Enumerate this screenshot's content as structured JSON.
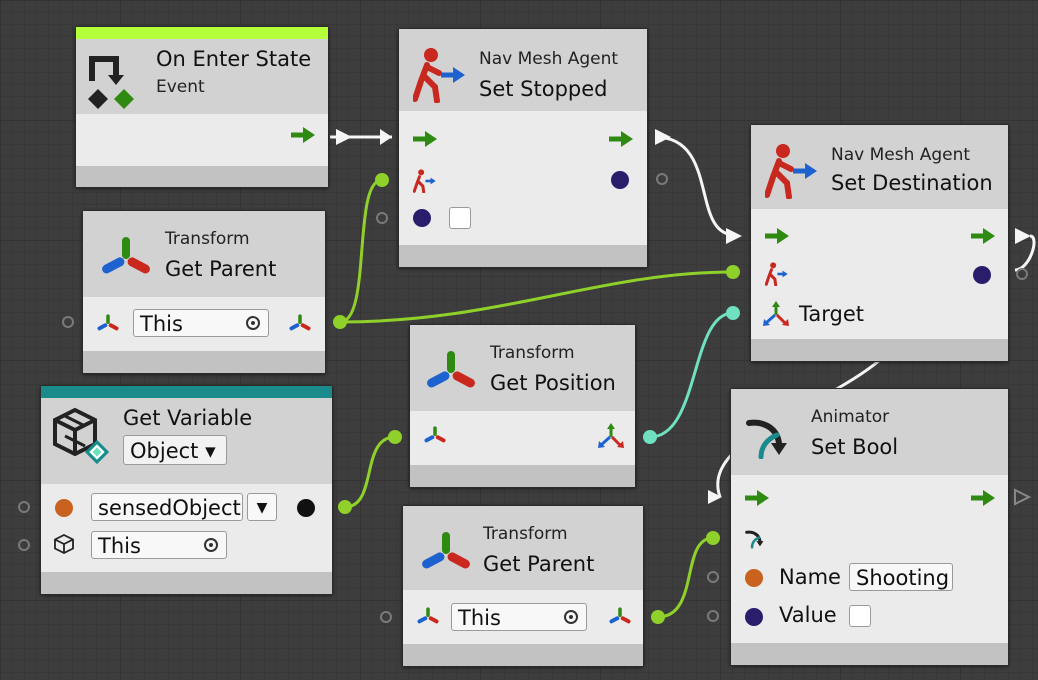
{
  "colors": {
    "flow": "#2f8a12",
    "data_wire": "#8fd12a",
    "vec_wire": "#6fe0c0",
    "event_band": "#b6ff3b",
    "variable_band": "#1a8a8a"
  },
  "on_enter_state": {
    "title": "On Enter State",
    "subtitle": "Event",
    "icon": "event-arrow-icon"
  },
  "set_stopped": {
    "category": "Nav Mesh Agent",
    "title": "Set Stopped",
    "icon": "nav-agent-icon"
  },
  "set_destination": {
    "category": "Nav Mesh Agent",
    "title": "Set Destination",
    "target_label": "Target",
    "icon": "nav-agent-icon"
  },
  "get_parent_1": {
    "category": "Transform",
    "title": "Get Parent",
    "field": "This",
    "icon": "transform-icon"
  },
  "get_position": {
    "category": "Transform",
    "title": "Get Position",
    "icon": "transform-icon"
  },
  "get_variable": {
    "title": "Get Variable",
    "type_dropdown": "Object ▾",
    "name_value": "sensedObject",
    "target_field": "This",
    "icon": "variable-cube-icon"
  },
  "get_parent_2": {
    "category": "Transform",
    "title": "Get Parent",
    "field": "This",
    "icon": "transform-icon"
  },
  "set_bool": {
    "category": "Animator",
    "title": "Set Bool",
    "name_label": "Name",
    "name_value": "Shooting",
    "value_label": "Value",
    "icon": "animator-icon"
  }
}
